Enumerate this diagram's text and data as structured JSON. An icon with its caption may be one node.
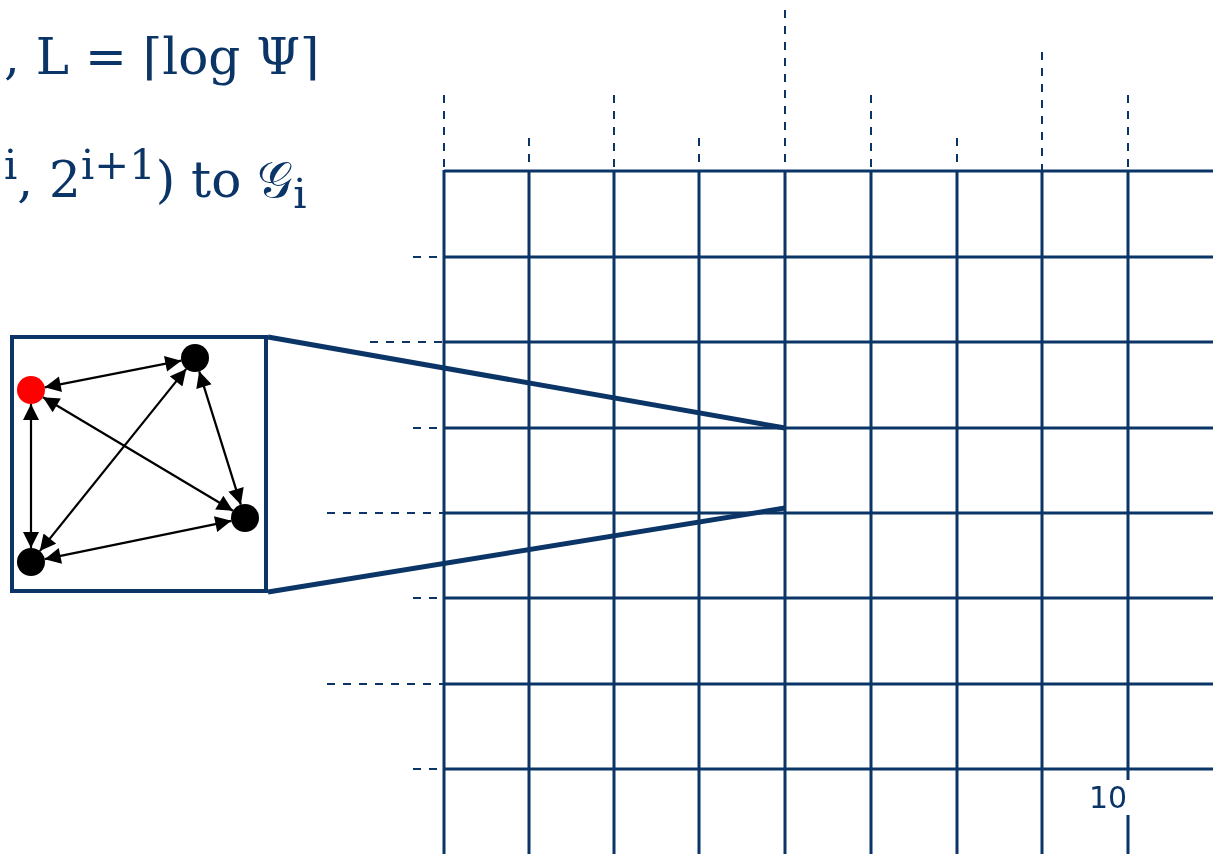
{
  "diagram": {
    "nodes": [
      {
        "text": [],
        "shape": "box"
      },
      {
        "text": [],
        "shape": "circle",
        "in": 0
      },
      {
        "text": [],
        "shape": "circle",
        "in": 0
      },
      {
        "text": [],
        "shape": "circle",
        "in": 0
      },
      {
        "text": [],
        "shape": "circle",
        "in": 0
      }
    ],
    "edges": [
      {
        "from": 1,
        "to": 2,
        "arrow": "both"
      },
      {
        "from": 1,
        "to": 4,
        "arrow": "both"
      },
      {
        "from": 1,
        "to": 3,
        "arrow": "both"
      },
      {
        "from": 2,
        "to": 4,
        "arrow": "both"
      },
      {
        "from": 2,
        "to": 3,
        "arrow": "both"
      },
      {
        "from": 4,
        "to": 3,
        "arrow": "both"
      }
    ],
    "labels": [
      ", L = ⌈log Ψ⌉",
      "$^{i}$, 2$^{i+1}$) to 𝒢$_{i}$",
      "10"
    ]
  }
}
